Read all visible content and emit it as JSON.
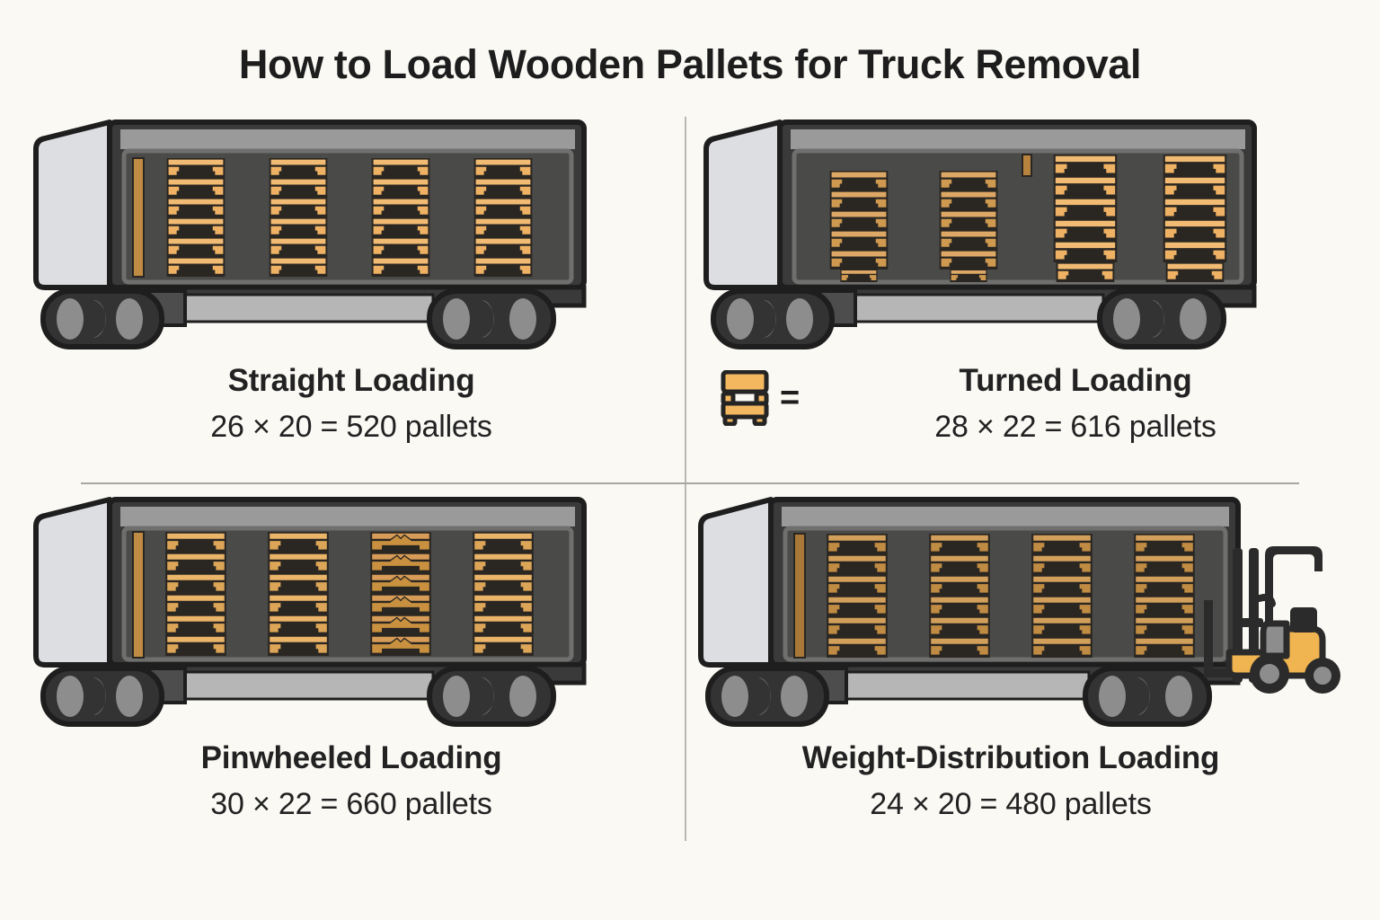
{
  "page": {
    "title": "How to Load Wooden Pallets for Truck Removal",
    "background_color": "#faf9f4",
    "text_color": "#1d1d1d",
    "divider_color": "#b0b0ab"
  },
  "legend": {
    "icon_name": "pallet-icon",
    "equals_sign": "=",
    "icon_color": "#f3b75f",
    "icon_outline": "#242424"
  },
  "colors": {
    "truck_body": "#3a3a3a",
    "truck_outline": "#1e1e1e",
    "cab": "#dcdee1",
    "trailer_top_band": "#9a9a9a",
    "trailer_interior": "#4a4a48",
    "wheel_tire": "#333333",
    "wheel_hub": "#8d8d8d",
    "pallet_light": "#f0b569",
    "pallet_dark": "#c08b42",
    "pallet_shadow": "#2a2622",
    "forklift_body": "#f0b450",
    "forklift_frame": "#2b2b2b"
  },
  "quadrants": [
    {
      "id": "straight",
      "label": "Straight Loading",
      "count_text": "26 × 20 = 520 pallets",
      "rows": 20,
      "columns": 26,
      "total_pallets": 520,
      "stack_columns": 4,
      "stack_rows": 6,
      "pallet_tone": "light"
    },
    {
      "id": "turned",
      "label": "Turned Loading",
      "count_text": "28 × 22 = 616 pallets",
      "rows": 22,
      "columns": 28,
      "total_pallets": 616,
      "stack_columns": 4,
      "stack_rows": 6,
      "pallet_tone": "mixed"
    },
    {
      "id": "pinwheeled",
      "label": "Pinwheeled Loading",
      "count_text": "30 × 22 = 660 pallets",
      "rows": 22,
      "columns": 30,
      "total_pallets": 660,
      "stack_columns": 4,
      "stack_rows": 6,
      "pallet_tone": "mixed"
    },
    {
      "id": "weight-distribution",
      "label": "Weight-Distribution Loading",
      "count_text": "24 × 20 = 480 pallets",
      "rows": 20,
      "columns": 24,
      "total_pallets": 480,
      "stack_columns": 4,
      "stack_rows": 6,
      "pallet_tone": "dark",
      "has_forklift": true,
      "forklift_name": "forklift-icon"
    }
  ]
}
